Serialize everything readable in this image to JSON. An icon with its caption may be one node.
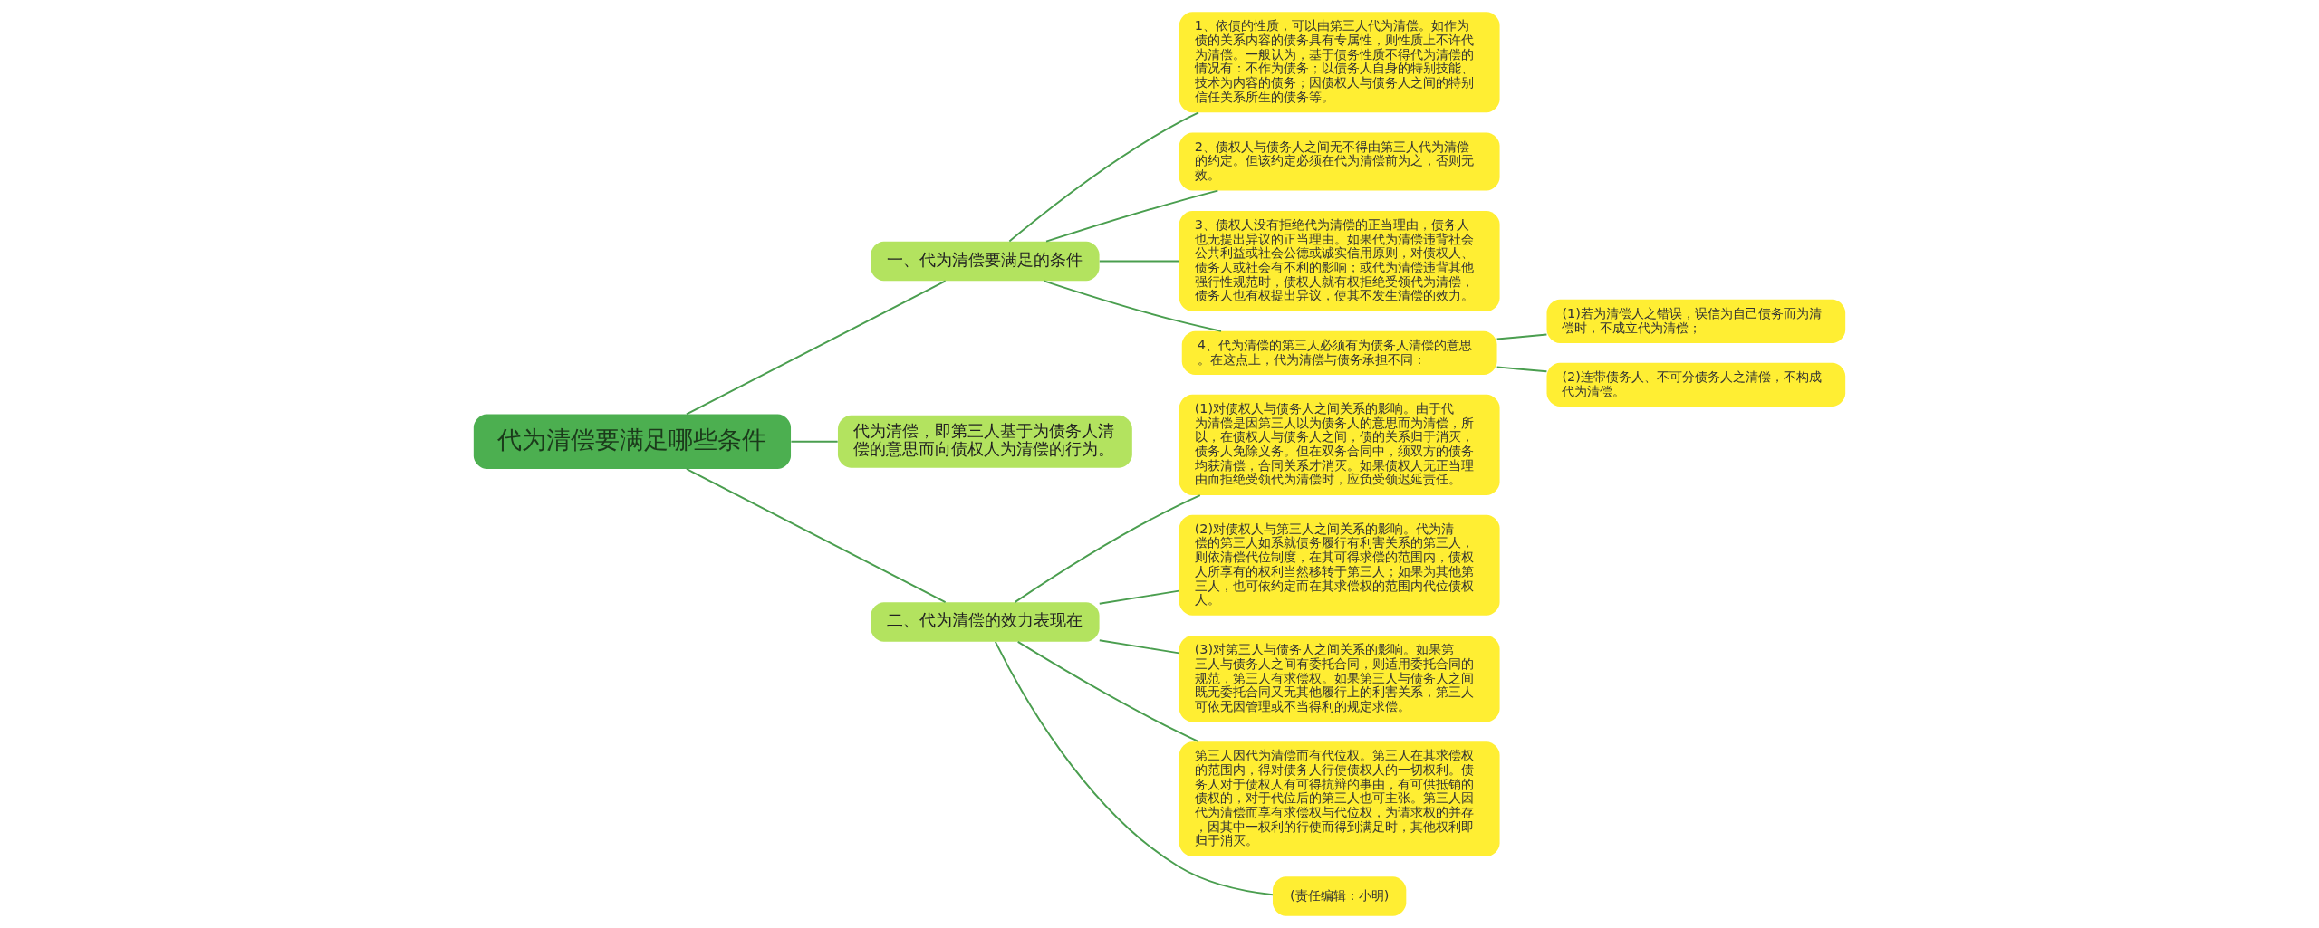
{
  "diagram": {
    "nodes": [
      {
        "text": [
          "代为清偿要满足哪些条件"
        ]
      },
      {
        "text": [
          "一、代为清偿要满足的条件"
        ]
      },
      {
        "text": [
          "1、依债的性质，可以由第三人代为清偿。如作为债的关系内容的债务具有专属性，则性质上不许代为清偿。一般认为，基于债务性质不得代为清偿的情况有：不作为债务；以债务人自身的特别技能、技术为内容的债务；因债权人与债务人之间的特别信任关系所生的债务等。"
        ]
      },
      {
        "text": [
          "2、债权人与债务人之间无不得由第三人代为清偿的约定。但该约定必须在代为清偿前为之，否则无效。"
        ]
      },
      {
        "text": [
          "3、债权人没有拒绝代为清偿的正当理由，债务人也无提出异议的正当理由。如果代为清偿违背社会公共利益或社会公德或诚实信用原则，对债权人、债务人或社会有不利的影响；或代为清偿违背其他强行性规范时，债权人就有权拒绝受领代为清偿，债务人也有权提出异议，使其不发生清偿的效力。"
        ]
      },
      {
        "text": [
          "4、代为清偿的第三人必须有为债务人清偿的意思。在这点上，代为清偿与债务承担不同："
        ]
      },
      {
        "text": [
          "(1)若为清偿人之错误，误信为自己债务而为清偿时，不成立代为清偿；"
        ]
      },
      {
        "text": [
          "(2)连带债务人、不可分债务人之清偿，不构成代为清偿。"
        ]
      },
      {
        "text": [
          "代为清偿，即第三人基于为债务人清偿的意思而向债权人为清偿的行为。"
        ]
      },
      {
        "text": [
          "二、代为清偿的效力表现在"
        ]
      },
      {
        "text": [
          "(1)对债权人与债务人之间关系的影响。由于代为清偿是因第三人以为债务人的意思而为清偿，所以，在债权人与债务人之间，债的关系归于消灭，债务人免除义务。但在双务合同中，须双方的债务均获清偿，合同关系才消灭。如果债权人无正当理由而拒绝受领代为清偿时，应负受领迟延责任。"
        ]
      },
      {
        "text": [
          "(2)对债权人与第三人之间关系的影响。代为清偿的第三人如系就债务履行有利害关系的第三人，则依清偿代位制度，在其可得求偿的范围内，债权人所享有的权利当然移转于第三人；如果为其他第三人，也可依约定而在其求偿权的范围内代位债权人。"
        ]
      },
      {
        "text": [
          "(3)对第三人与债务人之间关系的影响。如果第三人与债务人之间有委托合同，则适用委托合同的规范，第三人有求偿权。如果第三人与债务人之间既无委托合同又无其他履行上的利害关系，第三人可依无因管理或不当得利的规定求偿。"
        ]
      },
      {
        "text": [
          "第三人因代为清偿而有代位权。第三人在其求偿权的范围内，得对债务人行使债权人的一切权利。债务人对于债权人有可得抗辩的事由，有可供抵销的债权的，对于代位后的第三人也可主张。第三人因代为清偿而享有求偿权与代位权，为请求权的并存，因其中一权利的行使而得到满足时，其他权利即归于消灭。"
        ]
      },
      {
        "text": [
          "(责任编辑：小明)"
        ]
      }
    ],
    "edges": [
      {
        "from": 0,
        "to": 1,
        "arrow": "none"
      },
      {
        "from": 1,
        "to": 2,
        "arrow": "none"
      },
      {
        "from": 1,
        "to": 3,
        "arrow": "none"
      },
      {
        "from": 1,
        "to": 4,
        "arrow": "none"
      },
      {
        "from": 1,
        "to": 5,
        "arrow": "none"
      },
      {
        "from": 5,
        "to": 6,
        "arrow": "none"
      },
      {
        "from": 5,
        "to": 7,
        "arrow": "none"
      },
      {
        "from": 0,
        "to": 8,
        "arrow": "none"
      },
      {
        "from": 0,
        "to": 9,
        "arrow": "none"
      },
      {
        "from": 9,
        "to": 10,
        "arrow": "none"
      },
      {
        "from": 9,
        "to": 11,
        "arrow": "none"
      },
      {
        "from": 9,
        "to": 12,
        "arrow": "none"
      },
      {
        "from": 9,
        "to": 13,
        "arrow": "none"
      },
      {
        "from": 9,
        "to": 14,
        "arrow": "none"
      }
    ]
  }
}
